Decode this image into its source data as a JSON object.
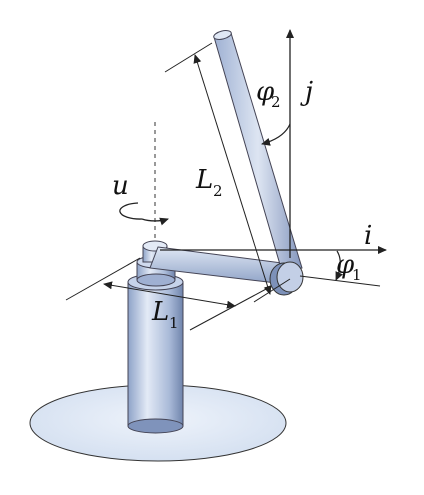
{
  "diagram": {
    "labels": {
      "u": "u",
      "j": "j",
      "i": "i",
      "phi": "φ",
      "phi1_sub": "1",
      "phi2_sub": "2",
      "L": "L",
      "L1_sub": "1",
      "L2_sub": "2"
    },
    "colors": {
      "base_plate": "#dbe6f4",
      "metal_light": "#e8eef8",
      "metal_mid": "#aebfdc",
      "metal_dark": "#6f84ad",
      "line": "#222222"
    }
  }
}
